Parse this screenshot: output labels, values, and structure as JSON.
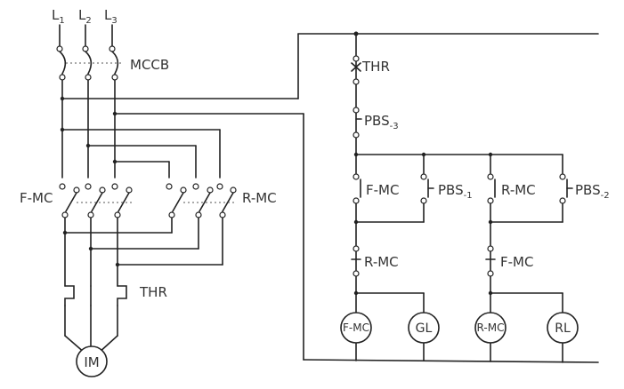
{
  "phases": [
    {
      "main": "L",
      "sub": "1"
    },
    {
      "main": "L",
      "sub": "2"
    },
    {
      "main": "L",
      "sub": "3"
    }
  ],
  "labels": {
    "mccb": "MCCB",
    "fmc": "F-MC",
    "rmc": "R-MC",
    "thr": "THR",
    "motor": "IM"
  },
  "control": {
    "thr": "THR",
    "pbs3": {
      "main": "PBS",
      "sub": "-3"
    },
    "fmc_contact": "F-MC",
    "pbs1": {
      "main": "PBS",
      "sub": "-1"
    },
    "rmc_contact": "R-MC",
    "pbs2": {
      "main": "PBS",
      "sub": "-2"
    },
    "rmc_interlock": "R-MC",
    "fmc_interlock": "F-MC"
  },
  "loads": [
    {
      "name": "F-MC-coil",
      "text": "F-MC"
    },
    {
      "name": "GL-lamp",
      "text": "GL"
    },
    {
      "name": "R-MC-coil",
      "text": "R-MC"
    },
    {
      "name": "RL-lamp",
      "text": "RL"
    }
  ]
}
